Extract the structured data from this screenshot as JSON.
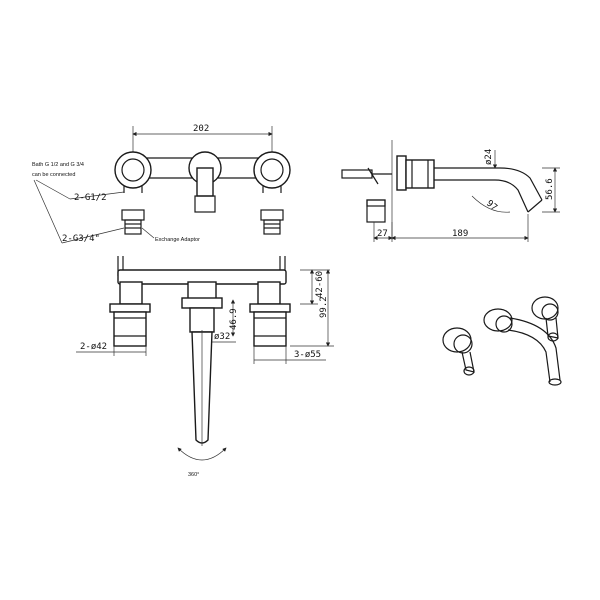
{
  "drawing": {
    "top_view": {
      "width_dim": "202",
      "note_line1": "Bath G 1/2 and G 3/4",
      "note_line2": "can be connected",
      "thread_small": "2-G1/2",
      "thread_large": "2-G3/4\"",
      "adaptor_label": "Exchange Adaptor"
    },
    "side_view": {
      "dia_spout": "ø24",
      "height_dim": "56.6",
      "angle_dim": "97",
      "depth_dim": "27",
      "length_dim": "189"
    },
    "front_view": {
      "handle_dia": "2-ø42",
      "spout_dia": "ø32",
      "base_dia": "3-ø55",
      "dim_46": "46.9",
      "dim_42": "42-60",
      "dim_99": "99.2",
      "rotation": "360°"
    }
  }
}
